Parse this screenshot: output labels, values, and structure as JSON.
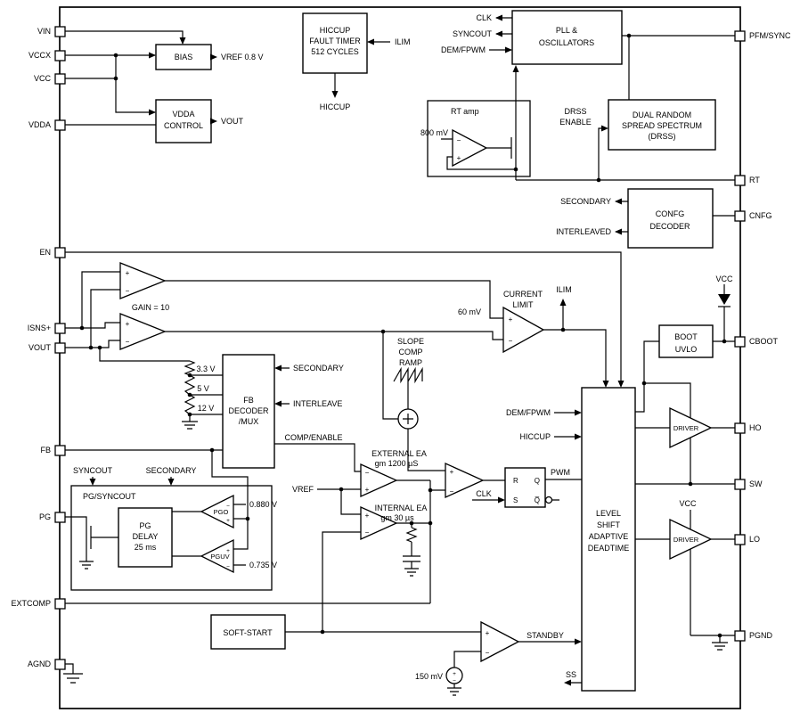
{
  "pins": {
    "left": [
      "VIN",
      "VCCX",
      "VCC",
      "VDDA",
      "EN",
      "ISNS+",
      "VOUT",
      "FB",
      "PG",
      "EXTCOMP",
      "AGND"
    ],
    "right": [
      "PFM/SYNC",
      "RT",
      "CNFG",
      "CBOOT",
      "HO",
      "SW",
      "LO",
      "PGND"
    ]
  },
  "bias": {
    "label": "BIAS",
    "out": "VREF 0.8 V"
  },
  "vdda": {
    "line1": "VDDA",
    "line2": "CONTROL",
    "out": "VOUT"
  },
  "hiccup_timer": {
    "line1": "HICCUP",
    "line2": "FAULT TIMER",
    "line3": "512 CYCLES",
    "input": "ILIM",
    "output": "HICCUP"
  },
  "pll": {
    "line1": "PLL &",
    "line2": "OSCILLATORS",
    "clk": "CLK",
    "syncout": "SYNCOUT",
    "dem_fpwm": "DEM/FPWM"
  },
  "rt_amp": {
    "title": "RT amp",
    "ref": "800 mV"
  },
  "drss": {
    "line1": "DUAL RANDOM",
    "line2": "SPREAD SPECTRUM",
    "line3": "(DRSS)",
    "enable1": "DRSS",
    "enable2": "ENABLE"
  },
  "confg": {
    "line1": "CONFG",
    "line2": "DECODER",
    "secondary": "SECONDARY",
    "interleaved": "INTERLEAVED"
  },
  "sense_amps": {
    "gain": "GAIN = 10"
  },
  "current_limit": {
    "line1": "CURRENT",
    "line2": "LIMIT",
    "ref": "60 mV",
    "ilim": "ILIM"
  },
  "slope_comp": {
    "line1": "SLOPE",
    "line2": "COMP",
    "line3": "RAMP"
  },
  "fb_decoder": {
    "line1": "FB",
    "line2": "DECODER",
    "line3": "/MUX",
    "secondary": "SECONDARY",
    "interleave": "INTERLEAVE",
    "tap1": "3.3 V",
    "tap2": "5 V",
    "tap3": "12 V",
    "out": "COMP/ENABLE"
  },
  "error_amps": {
    "ext1": "EXTERNAL EA",
    "ext2": "gm 1200 µS",
    "int1": "INTERNAL EA",
    "int2": "gm 30 µs",
    "vref": "VREF"
  },
  "pwm_latch": {
    "r": "R",
    "q": "Q",
    "s": "S",
    "qbar": "Q̅",
    "clk": "CLK",
    "pwm": "PWM"
  },
  "level_shift": {
    "line1": "LEVEL",
    "line2": "SHIFT",
    "line3": "ADAPTIVE",
    "line4": "DEADTIME",
    "dem_fpwm": "DEM/FPWM",
    "hiccup": "HICCUP",
    "ss": "SS"
  },
  "boot_uvlo": {
    "line1": "BOOT",
    "line2": "UVLO"
  },
  "drivers": {
    "label": "DRIVER",
    "vcc": "VCC"
  },
  "pg_block": {
    "title": "PG/SYNCOUT",
    "syncout": "SYNCOUT",
    "secondary": "SECONDARY",
    "delay1": "PG",
    "delay2": "DELAY",
    "delay3": "25 ms",
    "pgo": "PGO",
    "pguv": "PGUV",
    "ov_ref": "0.880 V",
    "uv_ref": "0.735 V"
  },
  "soft_start": {
    "label": "SOFT-START"
  },
  "standby": {
    "label": "STANDBY",
    "ref": "150 mV"
  },
  "signs": {
    "plus": "+",
    "minus": "−"
  }
}
